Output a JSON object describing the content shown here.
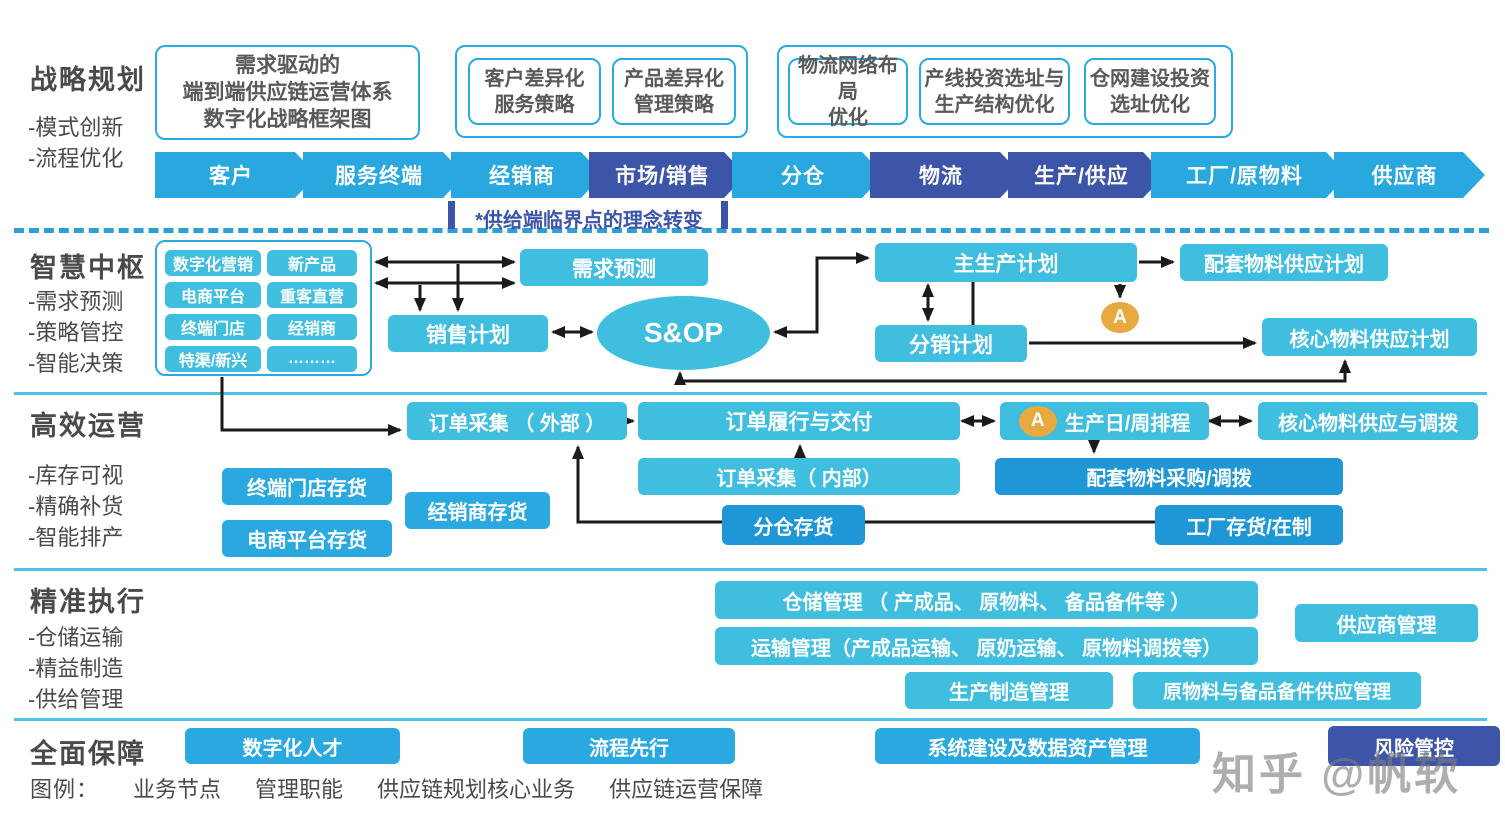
{
  "palette": {
    "cyan_box": "#3fbee0",
    "blue_box": "#29a9e0",
    "deep_blue_box": "#1f97d6",
    "indigo": "#3d55a8",
    "chevron_light": "#29a8df",
    "badge_orange": "#e8a93f",
    "divider_blue": "#4fc3e8",
    "border_cyan": "#29abe2",
    "text_dark": "#4a4a4a"
  },
  "side": {
    "strategic": {
      "title": "战略规划",
      "bullets": [
        "-模式创新",
        "-流程优化"
      ]
    },
    "hub": {
      "title": "智慧中枢",
      "bullets": [
        "-需求预测",
        "-策略管控",
        "-智能决策"
      ]
    },
    "ops": {
      "title": "高效运营",
      "bullets": [
        "-库存可视",
        "-精确补货",
        "-智能排产"
      ]
    },
    "exec": {
      "title": "精准执行",
      "bullets": [
        "-仓储运输",
        "-精益制造",
        "-供给管理"
      ]
    },
    "assure": {
      "title": "全面保障"
    }
  },
  "strategy": {
    "framework_lines": [
      "需求驱动的",
      "端到端供应链运营体系",
      "数字化战略框架图"
    ],
    "customer_policy": [
      "客户差异化",
      "服务策略"
    ],
    "product_policy": [
      "产品差异化",
      "管理策略"
    ],
    "logistics_opt": [
      "物流网络布局",
      "优化"
    ],
    "line_invest": [
      "产线投资选址与",
      "生产结构优化"
    ],
    "warehouse_invest": [
      "仓网建设投资",
      "选址优化"
    ],
    "chain": [
      "客户",
      "服务终端",
      "经销商",
      "市场/销售",
      "分仓",
      "物流",
      "生产/供应",
      "工厂/原物料",
      "供应商"
    ],
    "note": "*供给端临界点的理念转变"
  },
  "hub": {
    "channels": [
      "数字化营销",
      "新产品",
      "电商平台",
      "重客直营",
      "终端门店",
      "经销商",
      "特渠/新兴",
      "………"
    ],
    "demand_forecast": "需求预测",
    "sales_plan": "销售计划",
    "sop": "S&OP",
    "mps": "主生产计划",
    "support_material_plan": "配套物料供应计划",
    "distribution_plan": "分销计划",
    "core_material_plan": "核心物料供应计划",
    "badge": "A"
  },
  "ops": {
    "order_external": "订单采集 （ 外部 ）",
    "order_fulfill": "订单履行与交付",
    "badge": "A",
    "prod_schedule": "生产日/周排程",
    "core_supply_transfer": "核心物料供应与调拨",
    "order_internal": "订单采集（ 内部）",
    "support_purchase": "配套物料采购/调拨",
    "store_inventory": "终端门店存货",
    "dealer_inventory": "经销商存货",
    "ecom_inventory": "电商平台存货",
    "warehouse_inventory": "分仓存货",
    "factory_inventory": "工厂存货/在制"
  },
  "exec": {
    "warehouse_mgmt": "仓储管理 （ 产成品、 原物料、 备品备件等 ）",
    "transport_mgmt": "运输管理（产成品运输、 原奶运输、 原物料调拨等）",
    "supplier_mgmt": "供应商管理",
    "production_mgmt": "生产制造管理",
    "material_supply_mgmt": "原物料与备品备件供应管理"
  },
  "assure": {
    "digital_talent": "数字化人才",
    "process_first": "流程先行",
    "system_data": "系统建设及数据资产管理",
    "risk_control": "风险管控"
  },
  "legend": {
    "title": "图例：",
    "items": [
      "业务节点",
      "管理职能",
      "供应链规划核心业务",
      "供应链运营保障"
    ]
  },
  "watermark": "知乎 @帆软"
}
